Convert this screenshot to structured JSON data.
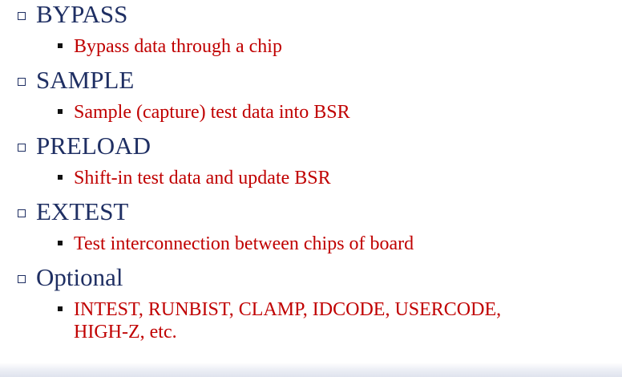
{
  "items": [
    {
      "heading": "BYPASS",
      "detail": "Bypass data through a chip"
    },
    {
      "heading": "SAMPLE",
      "detail": "Sample (capture) test data into BSR"
    },
    {
      "heading": "PRELOAD",
      "detail": "Shift-in test data and update BSR"
    },
    {
      "heading": "EXTEST",
      "detail": "Test interconnection between chips of board"
    },
    {
      "heading": "Optional",
      "detail": "INTEST, RUNBIST, CLAMP, IDCODE, USERCODE, HIGH-Z, etc."
    }
  ],
  "colors": {
    "heading": "#1f2f63",
    "detail": "#c00000",
    "sub_bullet": "#111111"
  }
}
